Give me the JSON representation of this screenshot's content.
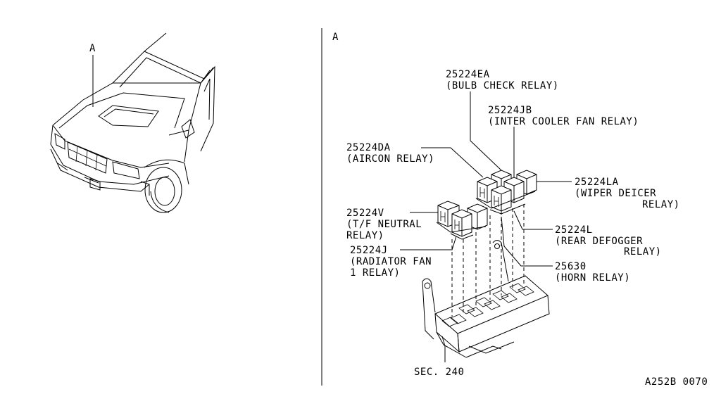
{
  "left_view": {
    "marker": "A"
  },
  "right_view": {
    "marker": "A"
  },
  "labels": {
    "bulb_check": {
      "part": "25224EA",
      "desc": "(BULB CHECK RELAY)"
    },
    "inter_cooler": {
      "part": "25224JB",
      "desc": "(INTER COOLER FAN RELAY)"
    },
    "aircon": {
      "part": "25224DA",
      "desc": "(AIRCON RELAY)"
    },
    "wiper_deicer": {
      "part": "25224LA",
      "desc_1": "(WIPER DEICER",
      "desc_2": "RELAY)"
    },
    "tf_neutral": {
      "part": "25224V",
      "desc_1": "(T/F NEUTRAL",
      "desc_2": "RELAY)"
    },
    "rear_defogger": {
      "part": "25224L",
      "desc_1": "(REAR DEFOGGER",
      "desc_2": "RELAY)"
    },
    "radiator_fan": {
      "part": "25224J",
      "desc_1": "(RADIATOR FAN",
      "desc_2": "1 RELAY)"
    },
    "horn": {
      "part": "25630",
      "desc": "(HORN RELAY)"
    },
    "section": "SEC. 240"
  },
  "figure_code": "A252B 0070"
}
